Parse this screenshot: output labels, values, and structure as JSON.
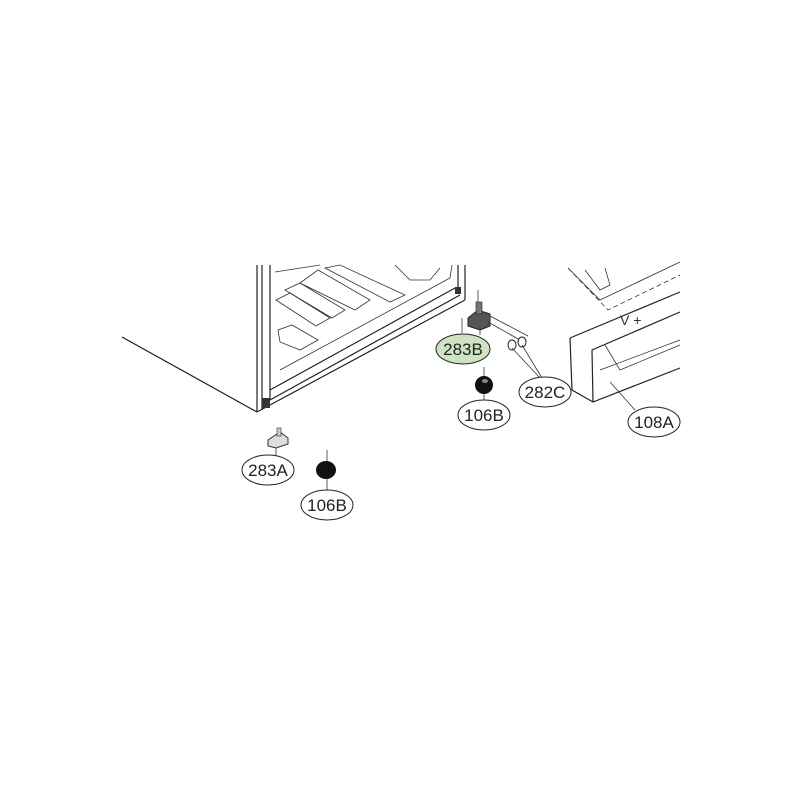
{
  "diagram": {
    "highlight_color": "#cfe3c4",
    "callouts": [
      {
        "id": "283B",
        "label": "283B",
        "highlighted": true
      },
      {
        "id": "106B-right",
        "label": "106B",
        "highlighted": false
      },
      {
        "id": "282C",
        "label": "282C",
        "highlighted": false
      },
      {
        "id": "108A",
        "label": "108A",
        "highlighted": false
      },
      {
        "id": "283A",
        "label": "283A",
        "highlighted": false
      },
      {
        "id": "106B-left",
        "label": "106B",
        "highlighted": false
      }
    ],
    "cover_marking": "V +"
  }
}
